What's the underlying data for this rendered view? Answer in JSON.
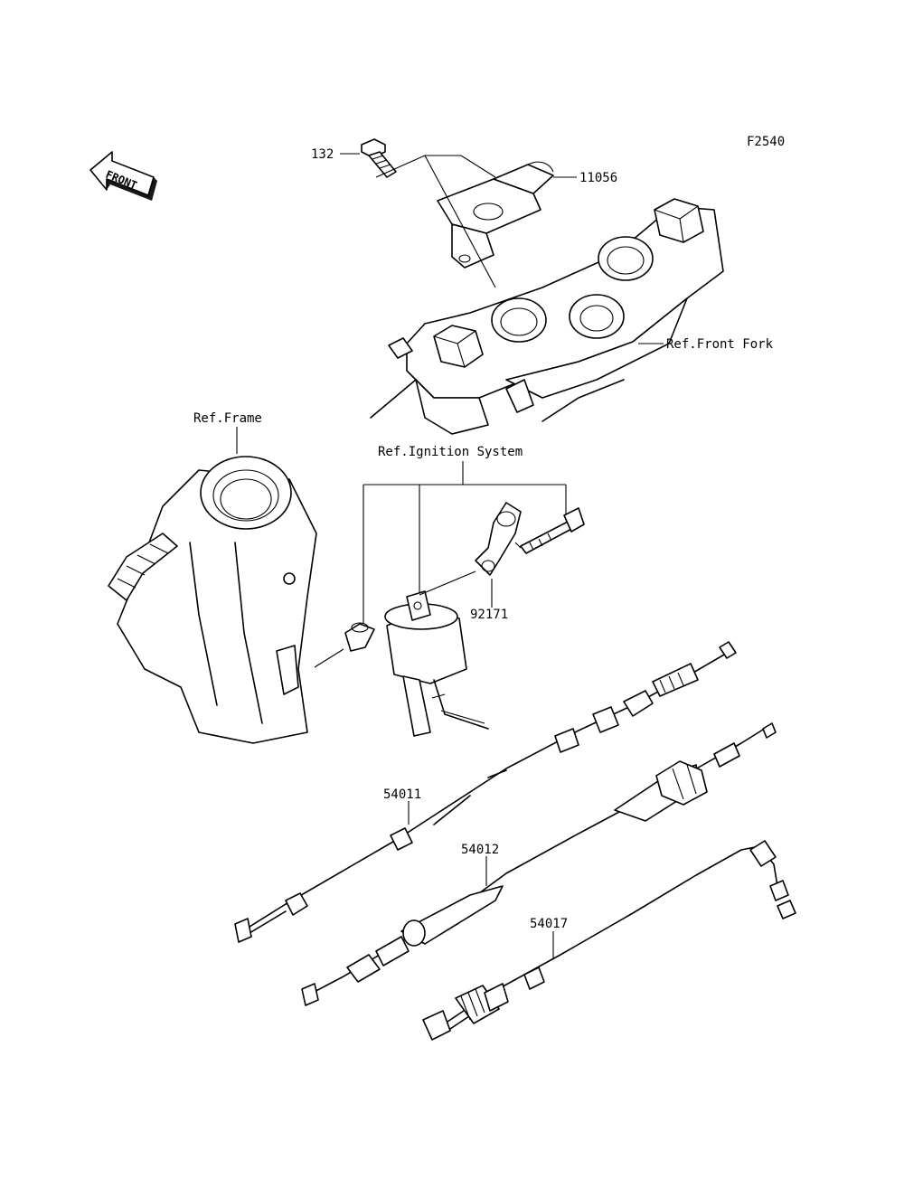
{
  "diagram_code": "F2540",
  "front_label": "FRONT",
  "references": {
    "frame": "Ref.Frame",
    "front_fork": "Ref.Front Fork",
    "ignition": "Ref.Ignition System"
  },
  "parts": {
    "p132": "132",
    "p11056": "11056",
    "p92171": "92171",
    "p54011": "54011",
    "p54012": "54012",
    "p54017": "54017"
  }
}
